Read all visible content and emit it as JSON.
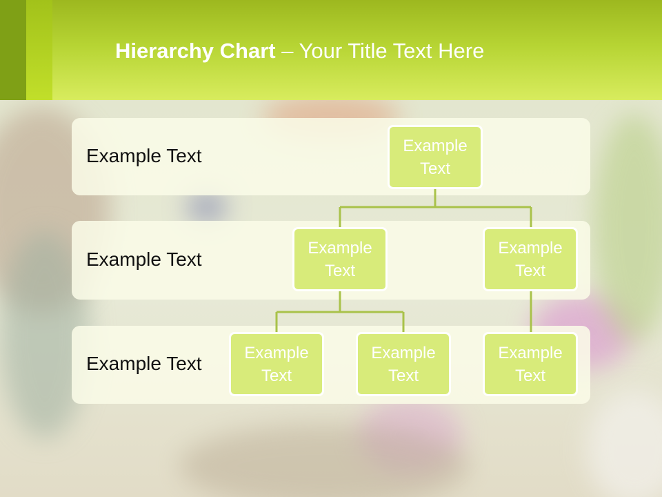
{
  "slide": {
    "title_bold": "Hierarchy Chart",
    "title_rest": " – Your Title Text Here"
  },
  "levels": [
    {
      "label": "Example Text"
    },
    {
      "label": "Example Text"
    },
    {
      "label": "Example Text"
    }
  ],
  "nodes": {
    "root": "Example Text",
    "level2_left": "Example Text",
    "level2_right": "Example Text",
    "level3_a": "Example Text",
    "level3_b": "Example Text",
    "level3_c": "Example Text"
  },
  "colors": {
    "header": "#b6d433",
    "node_fill": "#d8eb7a",
    "connector": "#a9c24a"
  }
}
